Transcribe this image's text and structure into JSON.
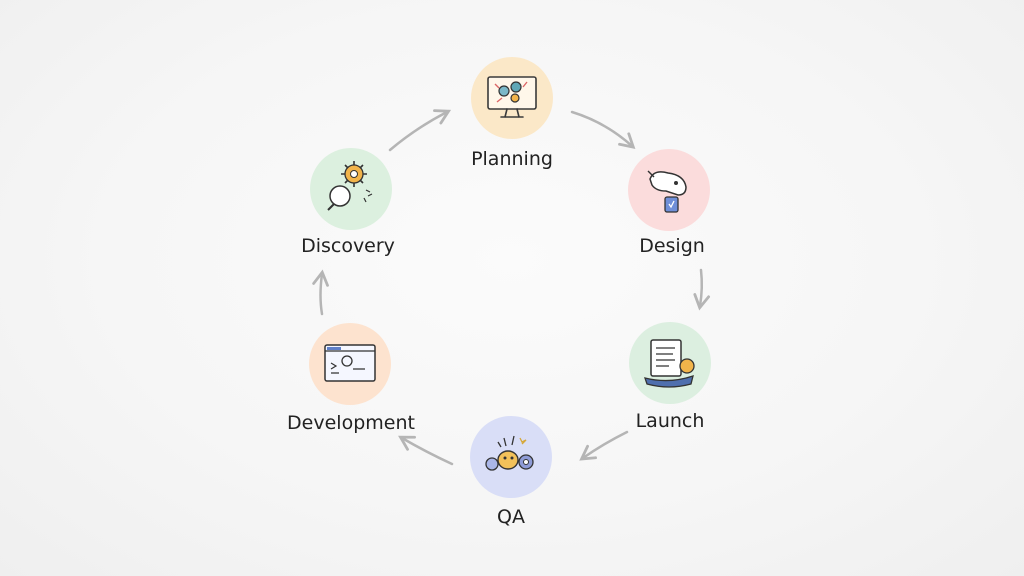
{
  "diagram": {
    "type": "cycle",
    "stages": [
      {
        "id": "planning",
        "label": "Planning",
        "icon": "monitor-strategy-icon",
        "color": "#fbe8c8"
      },
      {
        "id": "design",
        "label": "Design",
        "icon": "design-tools-icon",
        "color": "#fbdcdc"
      },
      {
        "id": "launch",
        "label": "Launch",
        "icon": "launch-document-icon",
        "color": "#dcefe0"
      },
      {
        "id": "qa",
        "label": "QA",
        "icon": "bug-gears-icon",
        "color": "#d9def7"
      },
      {
        "id": "development",
        "label": "Development",
        "icon": "code-window-icon",
        "color": "#fde3cf"
      },
      {
        "id": "discovery",
        "label": "Discovery",
        "icon": "gear-magnifier-icon",
        "color": "#dcf0df"
      }
    ],
    "arrow_color": "#b5b5b5"
  }
}
